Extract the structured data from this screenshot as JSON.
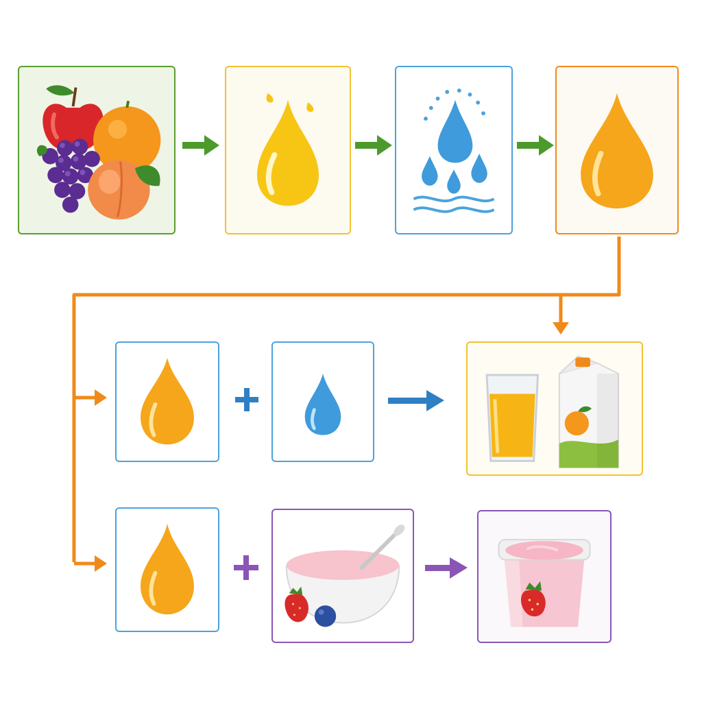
{
  "diagram": {
    "colors": {
      "green": "#5a9e2f",
      "yellow": "#f2c230",
      "blue": "#4aa3dc",
      "orange": "#ef8a1a",
      "purple": "#8a55b4",
      "arrow_green": "#4d9a2c",
      "arrow_blue": "#2f7fc4",
      "arrow_purple": "#8a55b4",
      "arrow_orange": "#ef8a1a"
    },
    "top_row": [
      {
        "id": "fruits",
        "icon": "mixed-fruits-icon"
      },
      {
        "id": "raw-juice",
        "icon": "yellow-drop-icon"
      },
      {
        "id": "water-removal",
        "icon": "water-drops-icon"
      },
      {
        "id": "concentrate",
        "icon": "orange-drop-icon"
      }
    ],
    "middle_row": [
      {
        "id": "concentrate",
        "icon": "orange-drop-icon"
      },
      {
        "operator": "+"
      },
      {
        "id": "water",
        "icon": "blue-drop-icon"
      },
      {
        "id": "juice",
        "icon": "juice-glass-and-carton-icon"
      }
    ],
    "bottom_row": [
      {
        "id": "concentrate",
        "icon": "orange-drop-icon"
      },
      {
        "operator": "+"
      },
      {
        "id": "yogurt-base",
        "icon": "yogurt-bowl-with-berries-icon"
      },
      {
        "id": "yogurt",
        "icon": "yogurt-cup-icon"
      }
    ]
  }
}
